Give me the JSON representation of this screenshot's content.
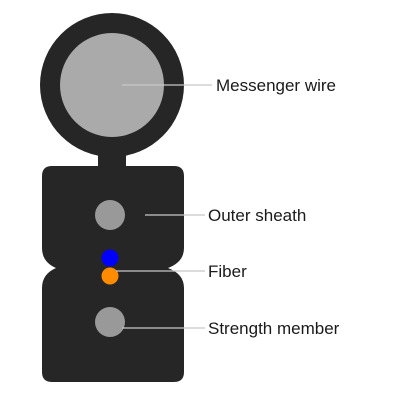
{
  "labels": {
    "messenger_wire": "Messenger wire",
    "outer_sheath": "Outer sheath",
    "fiber": "Fiber",
    "strength_member": "Strength member"
  },
  "colors": {
    "sheath": "#262626",
    "messenger_wire": "#aaaaaa",
    "strength_member": "#999999",
    "fiber_blue": "#0000ff",
    "fiber_orange": "#ff8c00",
    "leader_line": "#c8c8c8"
  }
}
